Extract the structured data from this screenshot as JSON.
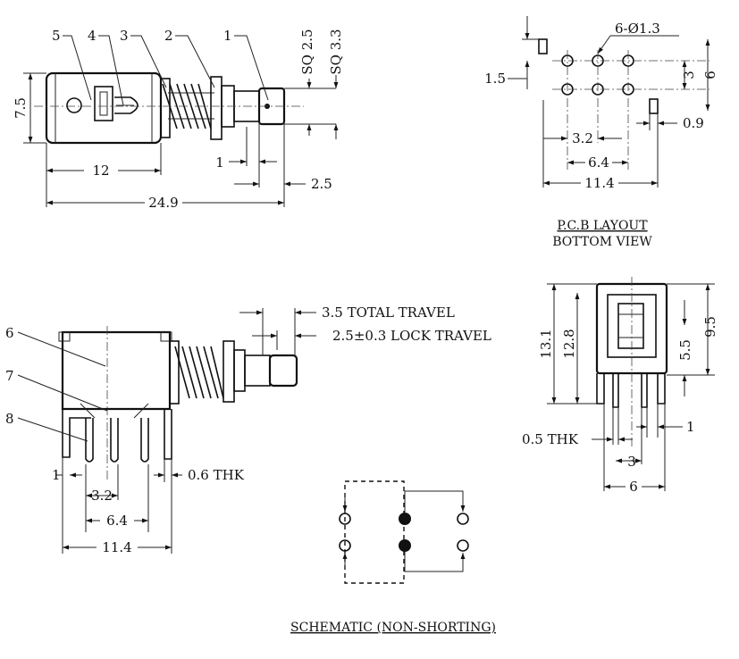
{
  "part_labels": {
    "p1": "1",
    "p2": "2",
    "p3": "3",
    "p4": "4",
    "p5": "5",
    "p6": "6",
    "p7": "7",
    "p8": "8"
  },
  "top_view": {
    "height": "7.5",
    "sq_small": "SQ 2.5",
    "sq_large": "SQ 3.3",
    "body_length": "12",
    "total_length": "24.9",
    "gap": "1",
    "stem": "2.5"
  },
  "pcb_layout": {
    "hole_spec": "6-Ø1.3",
    "offset": "1.5",
    "row_pitch": "3",
    "row_span": "6",
    "slot_width": "0.9",
    "pitch": "3.2",
    "span": "6.4",
    "width": "11.4",
    "title_line1": "P.C.B LAYOUT",
    "title_line2": "BOTTOM VIEW"
  },
  "side_view": {
    "total_travel": "3.5 TOTAL TRAVEL",
    "lock_travel": "2.5±0.3 LOCK TRAVEL",
    "pin_gap": "1",
    "pin_thickness": "0.6 THK",
    "pitch": "3.2",
    "span": "6.4",
    "width": "11.4"
  },
  "end_view": {
    "h_total": "13.1",
    "h_body": "12.8",
    "h_upper": "5.5",
    "h_upper_total": "9.5",
    "pin_thickness": "0.5 THK",
    "pin_gap": "1",
    "pitch": "3",
    "span": "6"
  },
  "schematic": {
    "title": "SCHEMATIC (NON-SHORTING)"
  }
}
